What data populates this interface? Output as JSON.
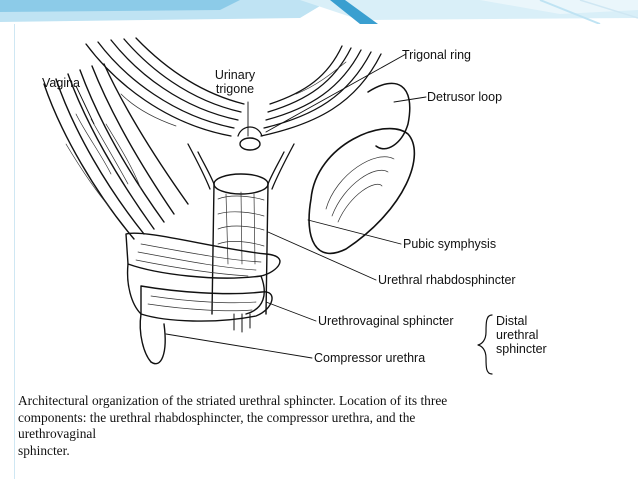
{
  "labels": {
    "vagina": "Vagina",
    "urinary_trigone_line1": "Urinary",
    "urinary_trigone_line2": "trigone",
    "trigonal_ring": "Trigonal ring",
    "detrusor_loop": "Detrusor loop",
    "pubic_symphysis": "Pubic symphysis",
    "urethral_rhabdosphincter": "Urethral rhabdosphincter",
    "urethrovaginal_sphincter": "Urethrovaginal sphincter",
    "compressor_urethra": "Compressor urethra",
    "distal_line1": "Distal",
    "distal_line2": "urethral",
    "distal_line3": "sphincter"
  },
  "caption": {
    "line1": "Architectural organization of the striated urethral sphincter. Location of its three",
    "line2": "components: the urethral rhabdosphincter, the compressor urethra, and the",
    "line3": "urethrovaginal",
    "line4": "sphincter."
  },
  "colors": {
    "accent": "#3a9fd0",
    "accent_light": "#bfe3f3",
    "ink": "#111111"
  }
}
